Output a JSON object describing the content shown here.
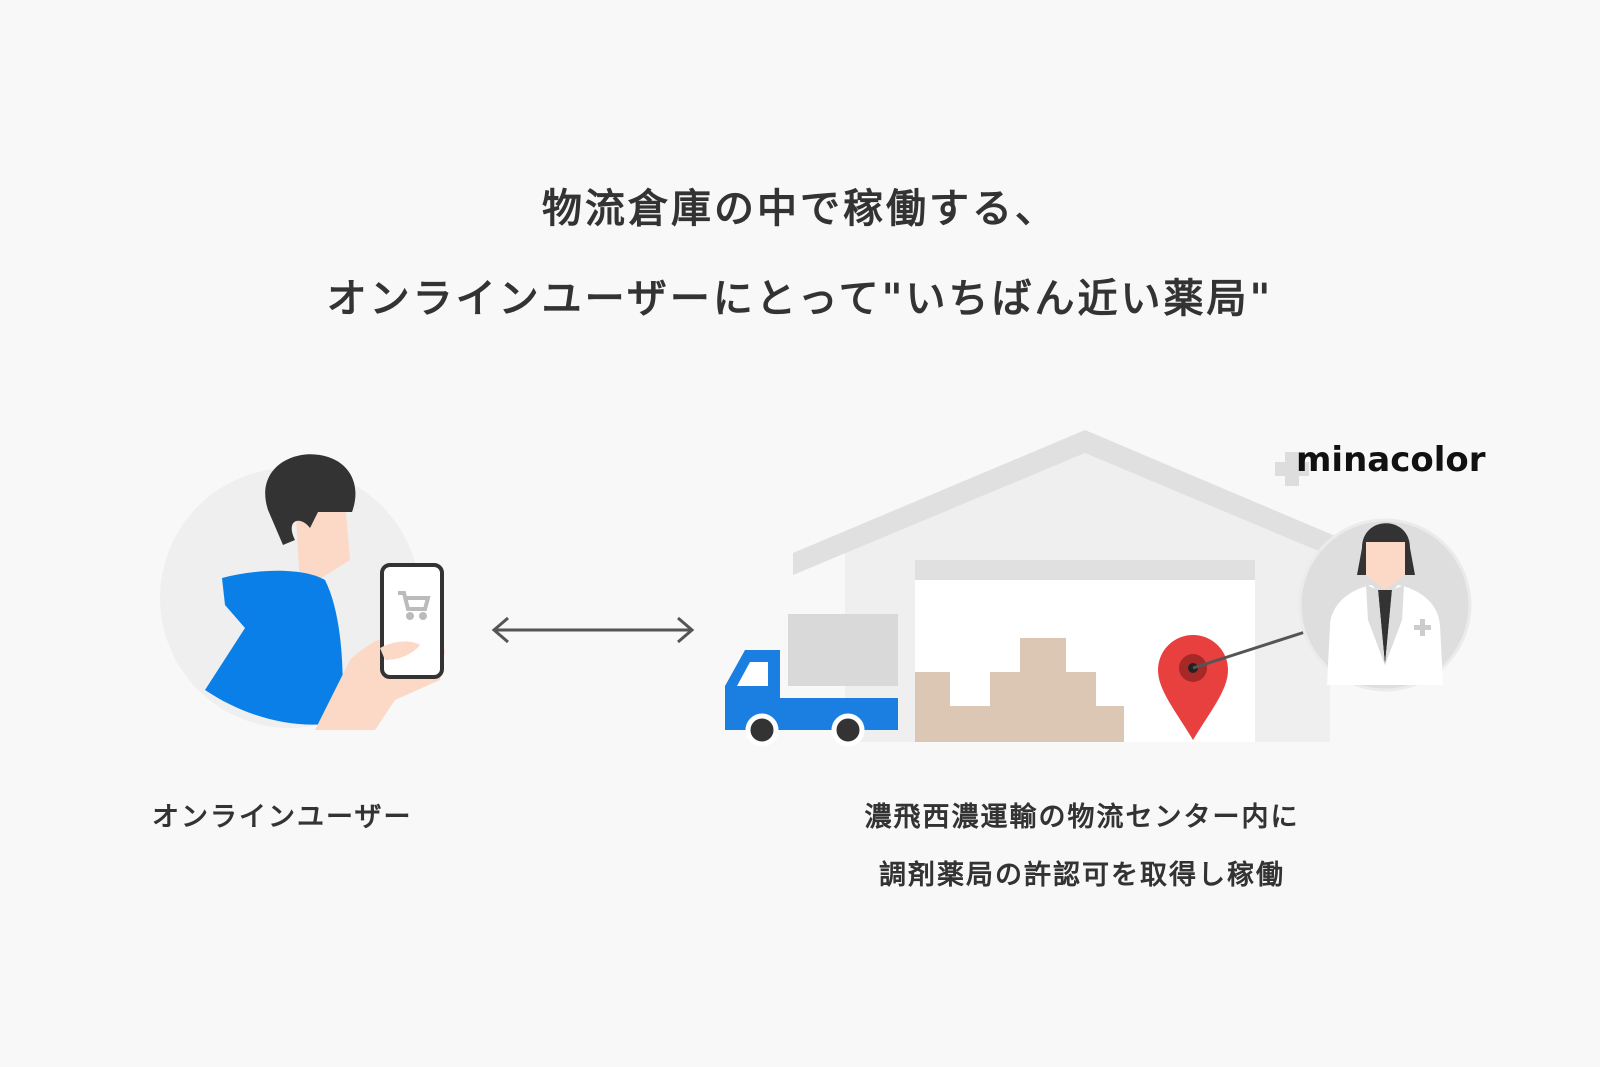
{
  "title": {
    "line1": "物流倉庫の中で稼働する、",
    "line2": "オンラインユーザーにとって\"いちばん近い薬局\""
  },
  "left_label": "オンラインユーザー",
  "right_label": {
    "line1": "濃飛西濃運輸の物流センター内に",
    "line2": "調剤薬局の許認可を取得し稼働"
  },
  "logo": "minacolor",
  "colors": {
    "background": "#f8f8f8",
    "hoodie": "#0a7fe8",
    "truck": "#1a7fe0",
    "pin": "#e8403f",
    "boxes": "#dbc7b3"
  }
}
